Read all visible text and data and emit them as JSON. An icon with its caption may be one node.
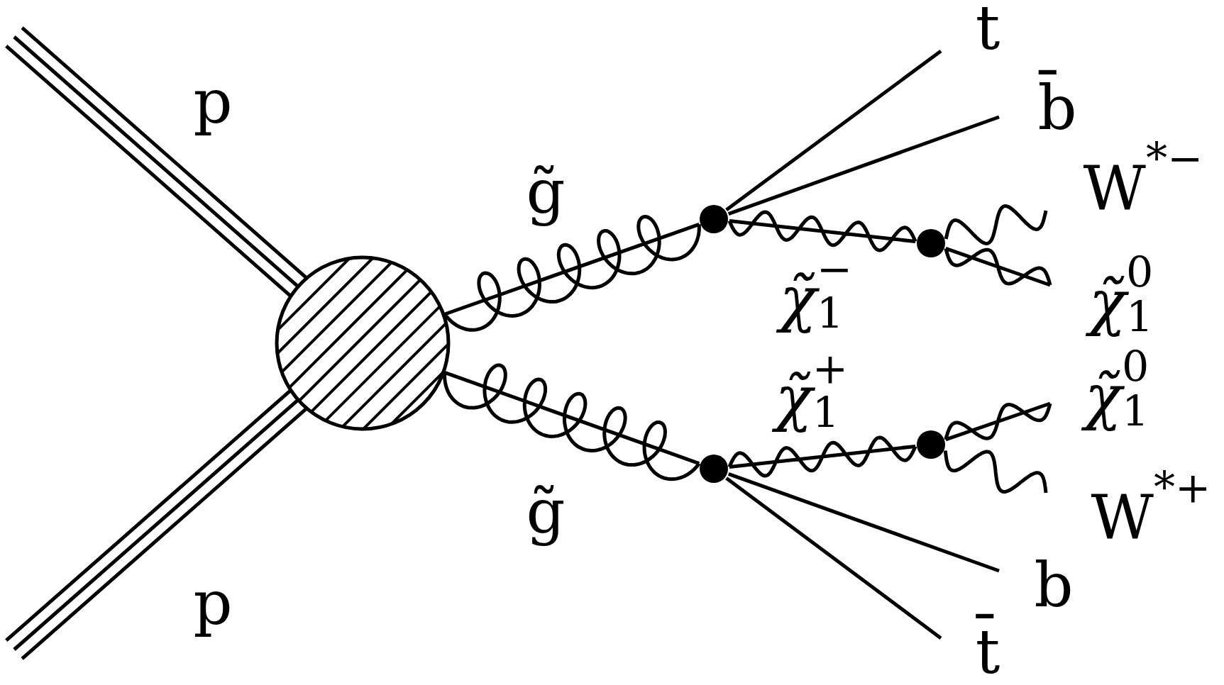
{
  "diagram": {
    "nodes": [
      {
        "text": [],
        "shape": "circle"
      },
      {
        "text": [],
        "shape": "circle"
      },
      {
        "text": [],
        "shape": "circle"
      },
      {
        "text": [],
        "shape": "circle"
      },
      {
        "text": [],
        "shape": "circle"
      }
    ],
    "edges": [
      {
        "from": null,
        "to": 0,
        "arrow": "none",
        "label": "p"
      },
      {
        "from": null,
        "to": 0,
        "arrow": "none",
        "label": "p"
      },
      {
        "from": 0,
        "to": 1,
        "arrow": "none",
        "label": "g̃"
      },
      {
        "from": 0,
        "to": 2,
        "arrow": "none",
        "label": "g̃"
      },
      {
        "from": 1,
        "to": null,
        "arrow": "none",
        "label": "t"
      },
      {
        "from": 1,
        "to": null,
        "arrow": "none",
        "label": "b̄"
      },
      {
        "from": 1,
        "to": 3,
        "arrow": "none",
        "label": "*χ̃*$_{1}$$^{−}$"
      },
      {
        "from": 3,
        "to": null,
        "arrow": "none",
        "label": "W$^{*−}$"
      },
      {
        "from": 3,
        "to": null,
        "arrow": "none",
        "label": "*χ̃*$_{1}$$^{0}$"
      },
      {
        "from": 2,
        "to": 4,
        "arrow": "none",
        "label": "*χ̃*$_{1}$$^{+}$"
      },
      {
        "from": 4,
        "to": null,
        "arrow": "none",
        "label": "*χ̃*$_{1}$$^{0}$"
      },
      {
        "from": 4,
        "to": null,
        "arrow": "none",
        "label": "W$^{*+}$"
      },
      {
        "from": 2,
        "to": null,
        "arrow": "none",
        "label": "b"
      },
      {
        "from": 2,
        "to": null,
        "arrow": "none",
        "label": "t̄"
      }
    ]
  }
}
